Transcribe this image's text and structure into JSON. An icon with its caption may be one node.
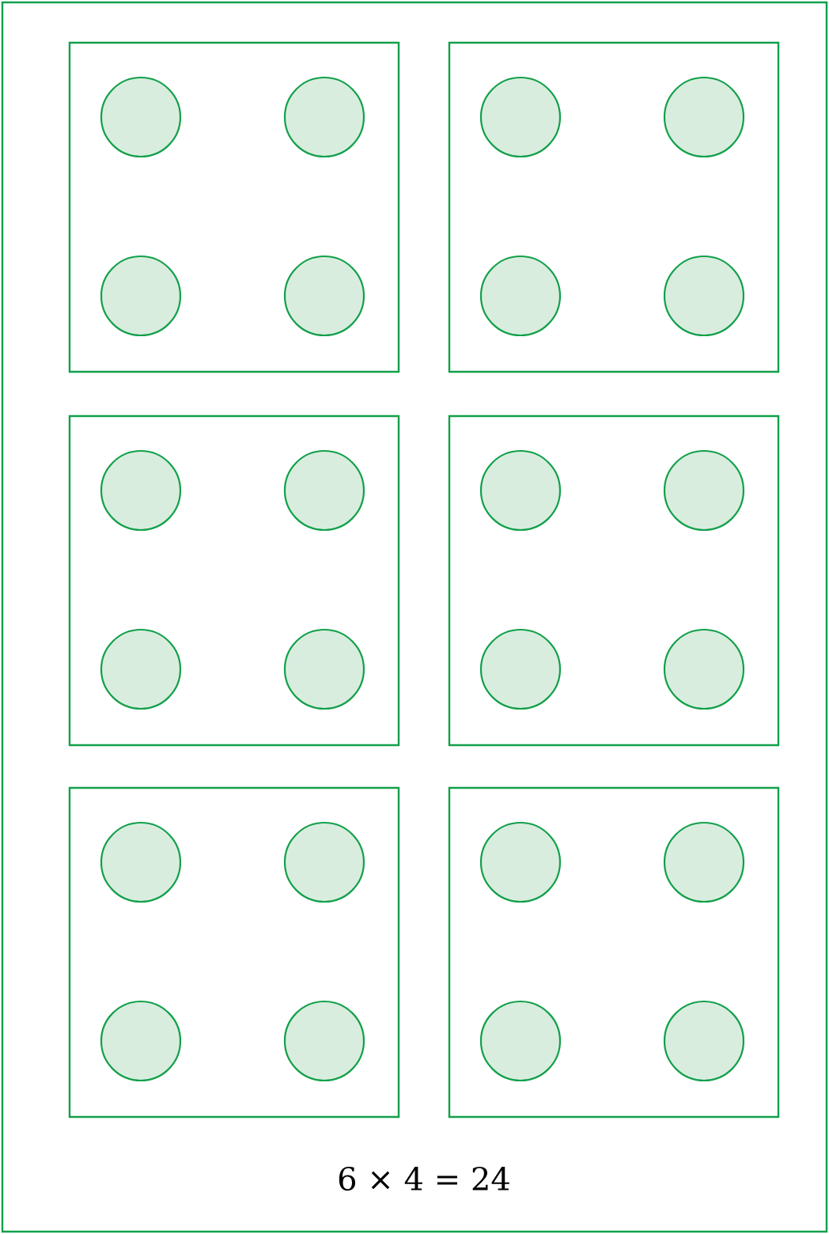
{
  "diagram": {
    "caption": "6 × 4 = 24",
    "nodes": [
      {
        "text": [],
        "shape": "box"
      },
      {
        "text": [],
        "shape": "circle",
        "in": 0
      },
      {
        "text": [],
        "shape": "circle",
        "in": 0
      },
      {
        "text": [],
        "shape": "circle",
        "in": 0
      },
      {
        "text": [],
        "shape": "circle",
        "in": 0
      },
      {
        "text": [],
        "shape": "box"
      },
      {
        "text": [],
        "shape": "circle",
        "in": 5
      },
      {
        "text": [],
        "shape": "circle",
        "in": 5
      },
      {
        "text": [],
        "shape": "circle",
        "in": 5
      },
      {
        "text": [],
        "shape": "circle",
        "in": 5
      },
      {
        "text": [],
        "shape": "box"
      },
      {
        "text": [],
        "shape": "circle",
        "in": 10
      },
      {
        "text": [],
        "shape": "circle",
        "in": 10
      },
      {
        "text": [],
        "shape": "circle",
        "in": 10
      },
      {
        "text": [],
        "shape": "circle",
        "in": 10
      },
      {
        "text": [],
        "shape": "box"
      },
      {
        "text": [],
        "shape": "circle",
        "in": 15
      },
      {
        "text": [],
        "shape": "circle",
        "in": 15
      },
      {
        "text": [],
        "shape": "circle",
        "in": 15
      },
      {
        "text": [],
        "shape": "circle",
        "in": 15
      },
      {
        "text": [],
        "shape": "box"
      },
      {
        "text": [],
        "shape": "circle",
        "in": 20
      },
      {
        "text": [],
        "shape": "circle",
        "in": 20
      },
      {
        "text": [],
        "shape": "circle",
        "in": 20
      },
      {
        "text": [],
        "shape": "circle",
        "in": 20
      },
      {
        "text": [],
        "shape": "box"
      },
      {
        "text": [],
        "shape": "circle",
        "in": 25
      },
      {
        "text": [],
        "shape": "circle",
        "in": 25
      },
      {
        "text": [],
        "shape": "circle",
        "in": 25
      },
      {
        "text": [],
        "shape": "circle",
        "in": 25
      }
    ]
  }
}
